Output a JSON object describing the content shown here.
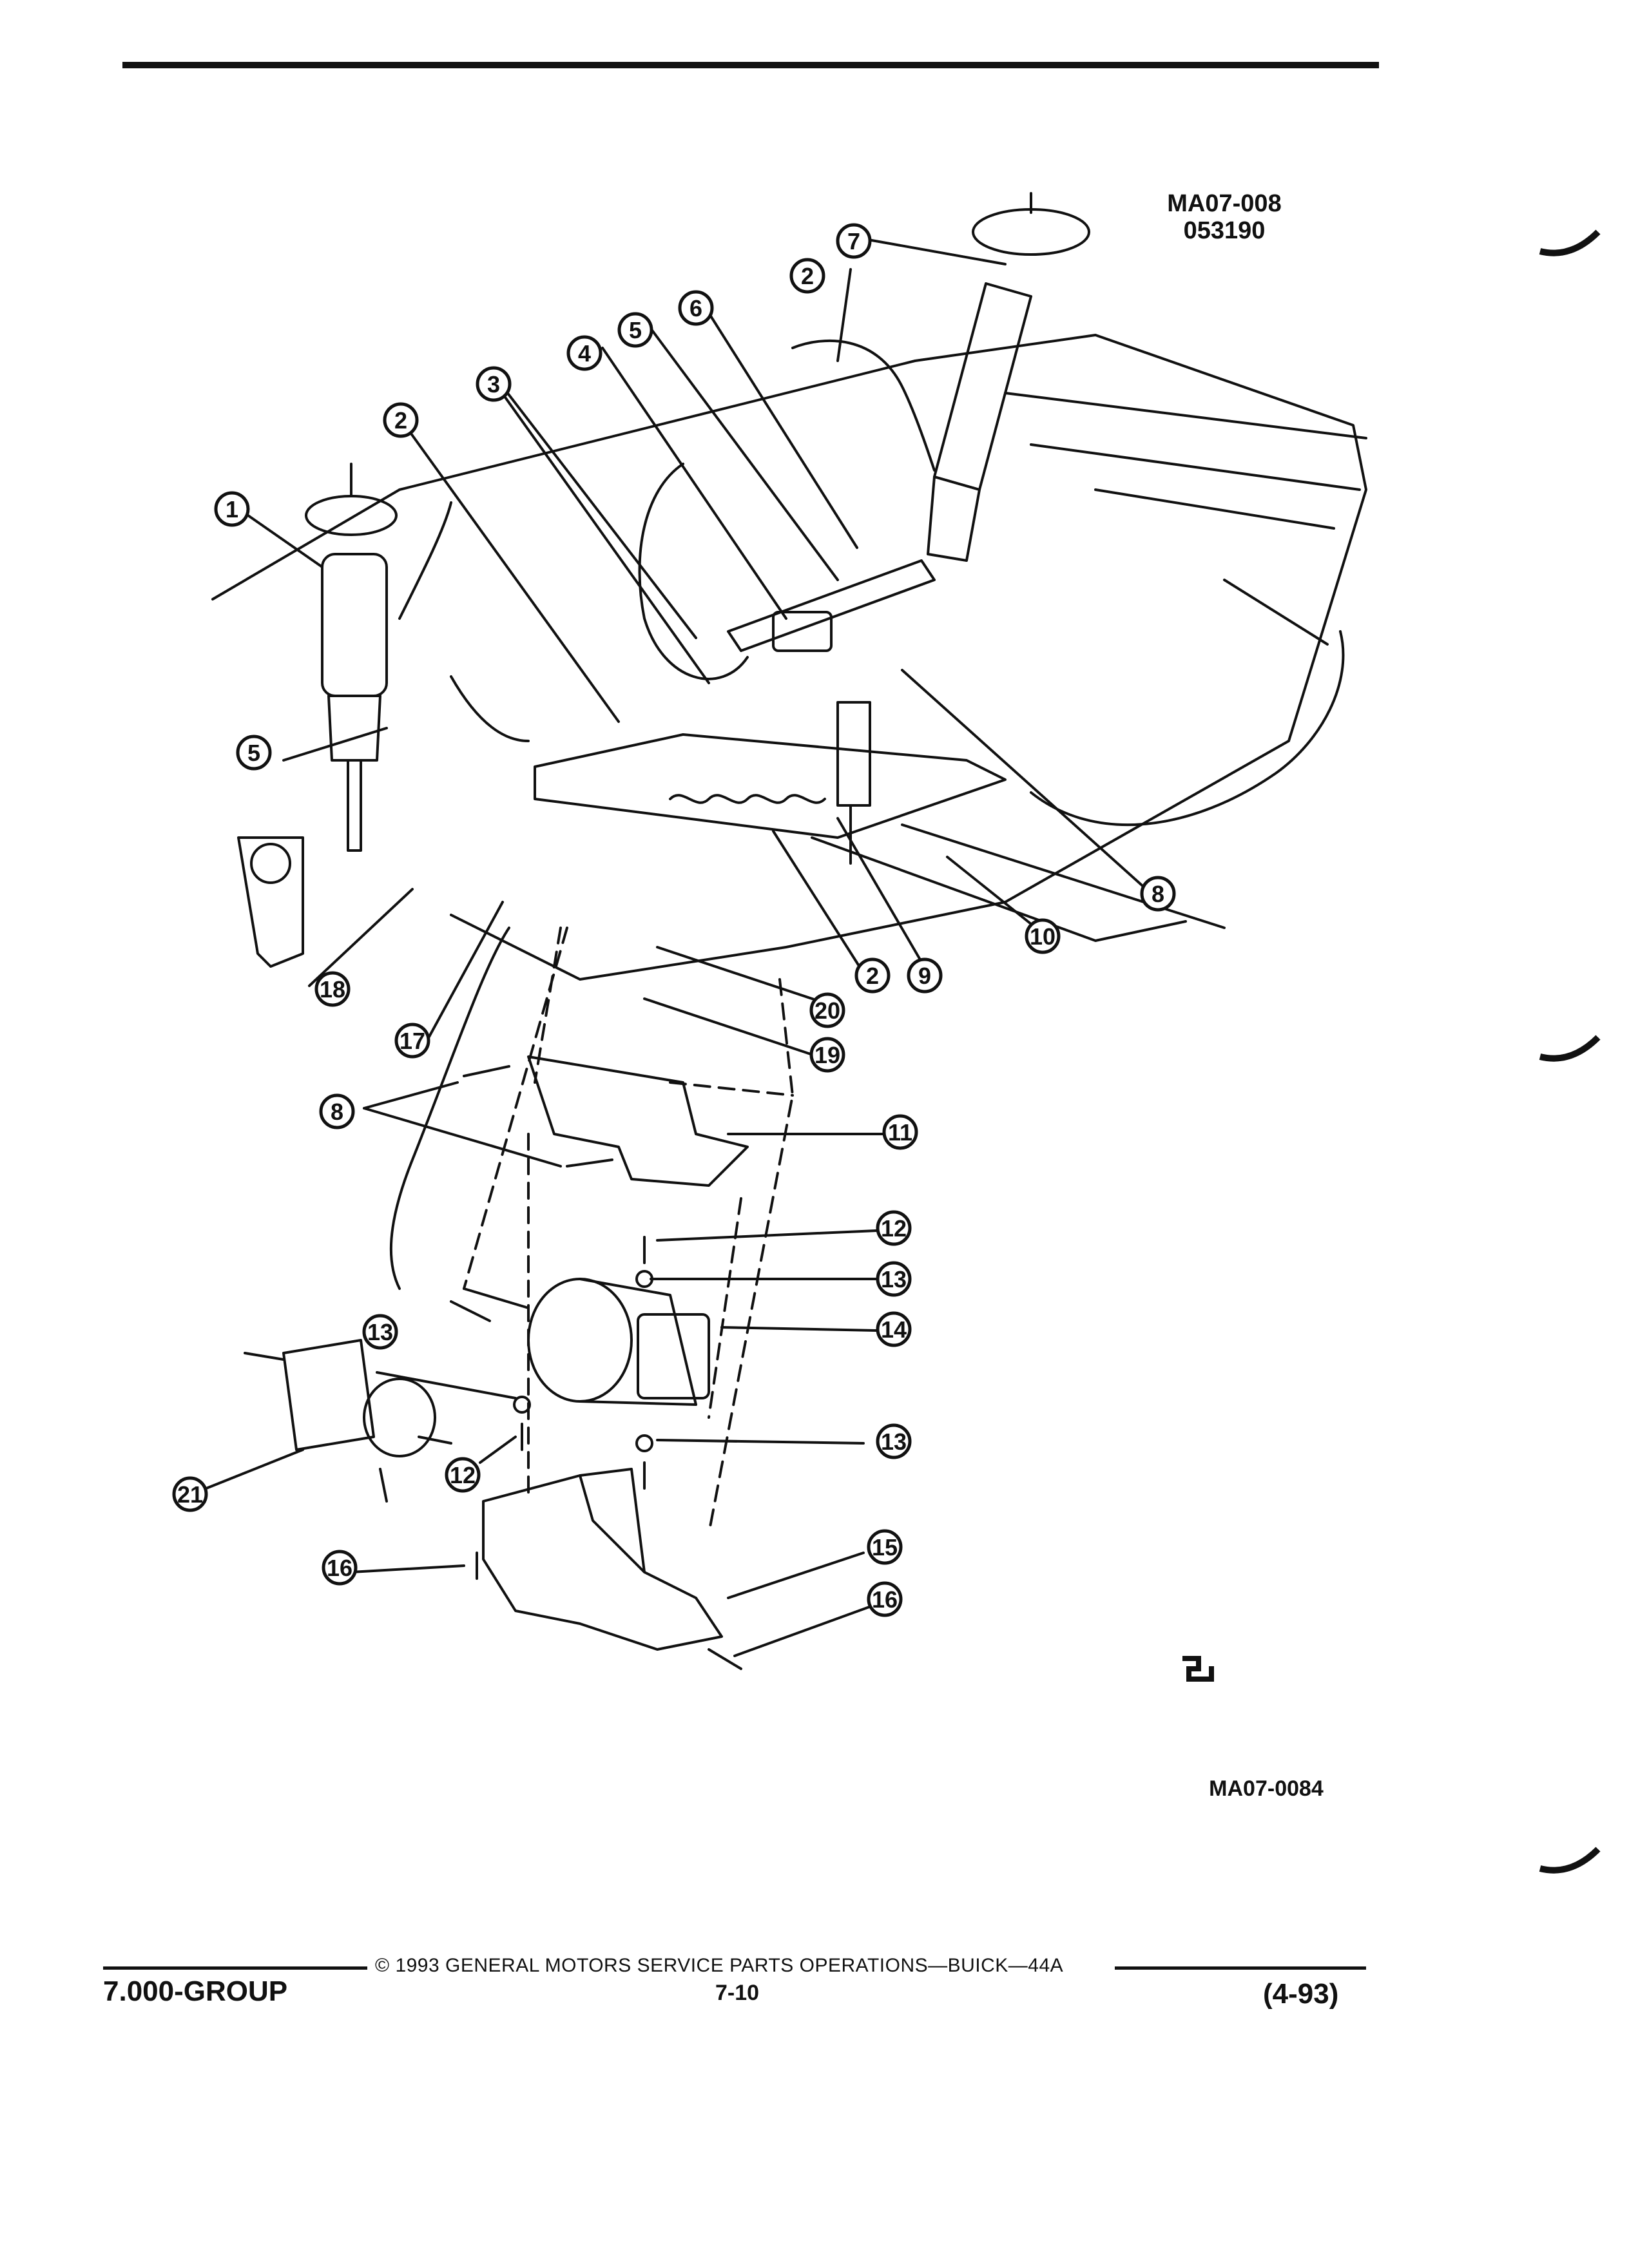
{
  "header": {
    "figure_ref": "MA07-008",
    "figure_date": "053190"
  },
  "diagram": {
    "callouts": [
      "1",
      "2",
      "3",
      "4",
      "5",
      "6",
      "7",
      "2",
      "5",
      "8",
      "10",
      "2",
      "9",
      "20",
      "19",
      "18",
      "17",
      "8",
      "11",
      "12",
      "13",
      "14",
      "13",
      "13",
      "12",
      "21",
      "16",
      "15",
      "16"
    ],
    "figure_id": "MA07-0084"
  },
  "footer": {
    "group": "7.000-GROUP",
    "copyright": "© 1993 GENERAL MOTORS SERVICE PARTS OPERATIONS—BUICK—44A",
    "page": "7-10",
    "revision": "(4-93)"
  }
}
